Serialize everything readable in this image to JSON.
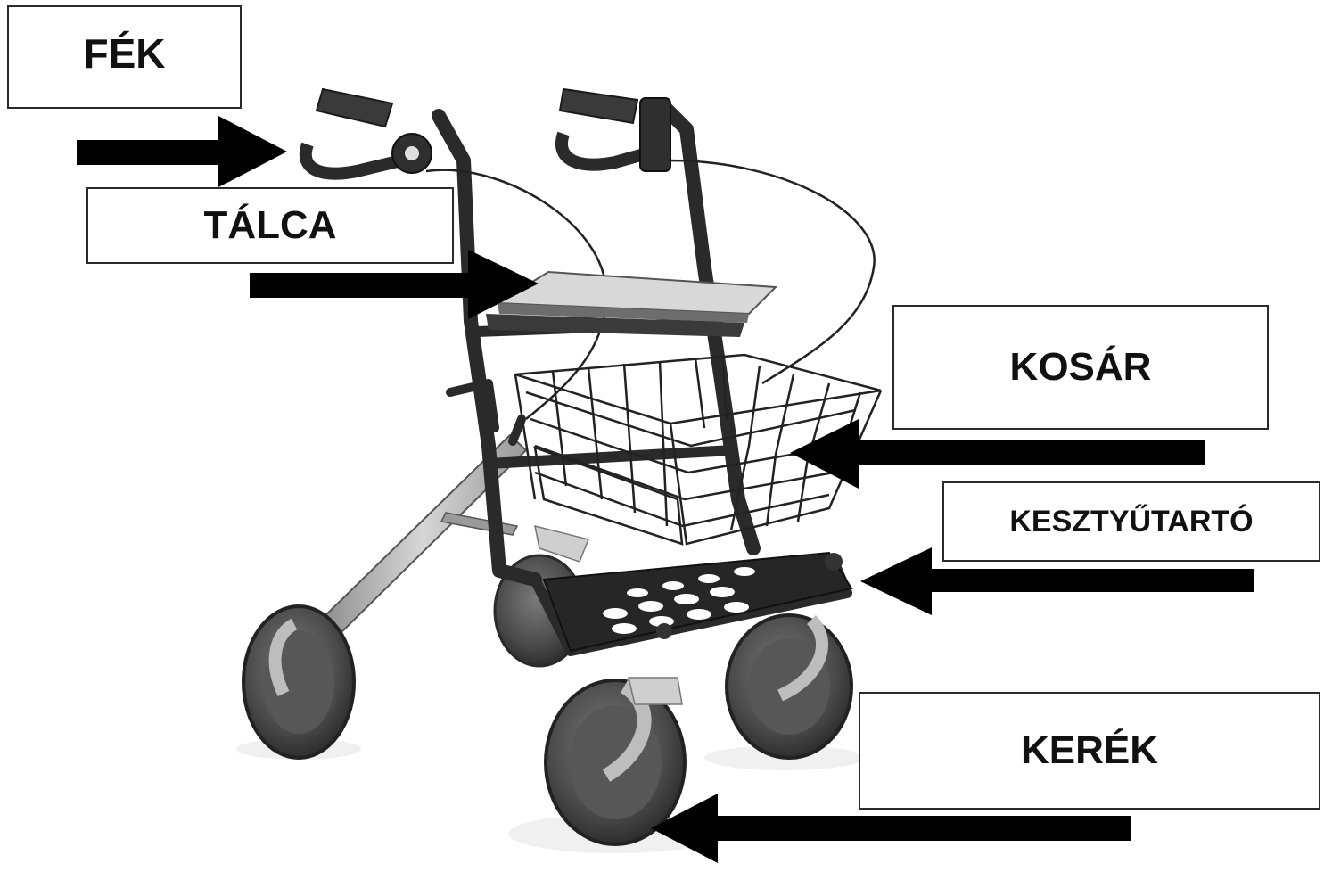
{
  "labels": {
    "brake": "FÉK",
    "tray": "TÁLCA",
    "basket": "KOSÁR",
    "glove_holder": "KESZTYŰTARTÓ",
    "wheel": "KERÉK"
  },
  "colors": {
    "arrow": "#000000",
    "frame": "#2a2a2a",
    "wheel": "#4a4a4a",
    "metal": "#bdbdbd",
    "box_border": "#2b2b2b"
  },
  "icons": {
    "product": "rollator-walker-illustration",
    "pointer": "arrow-left-icon"
  }
}
